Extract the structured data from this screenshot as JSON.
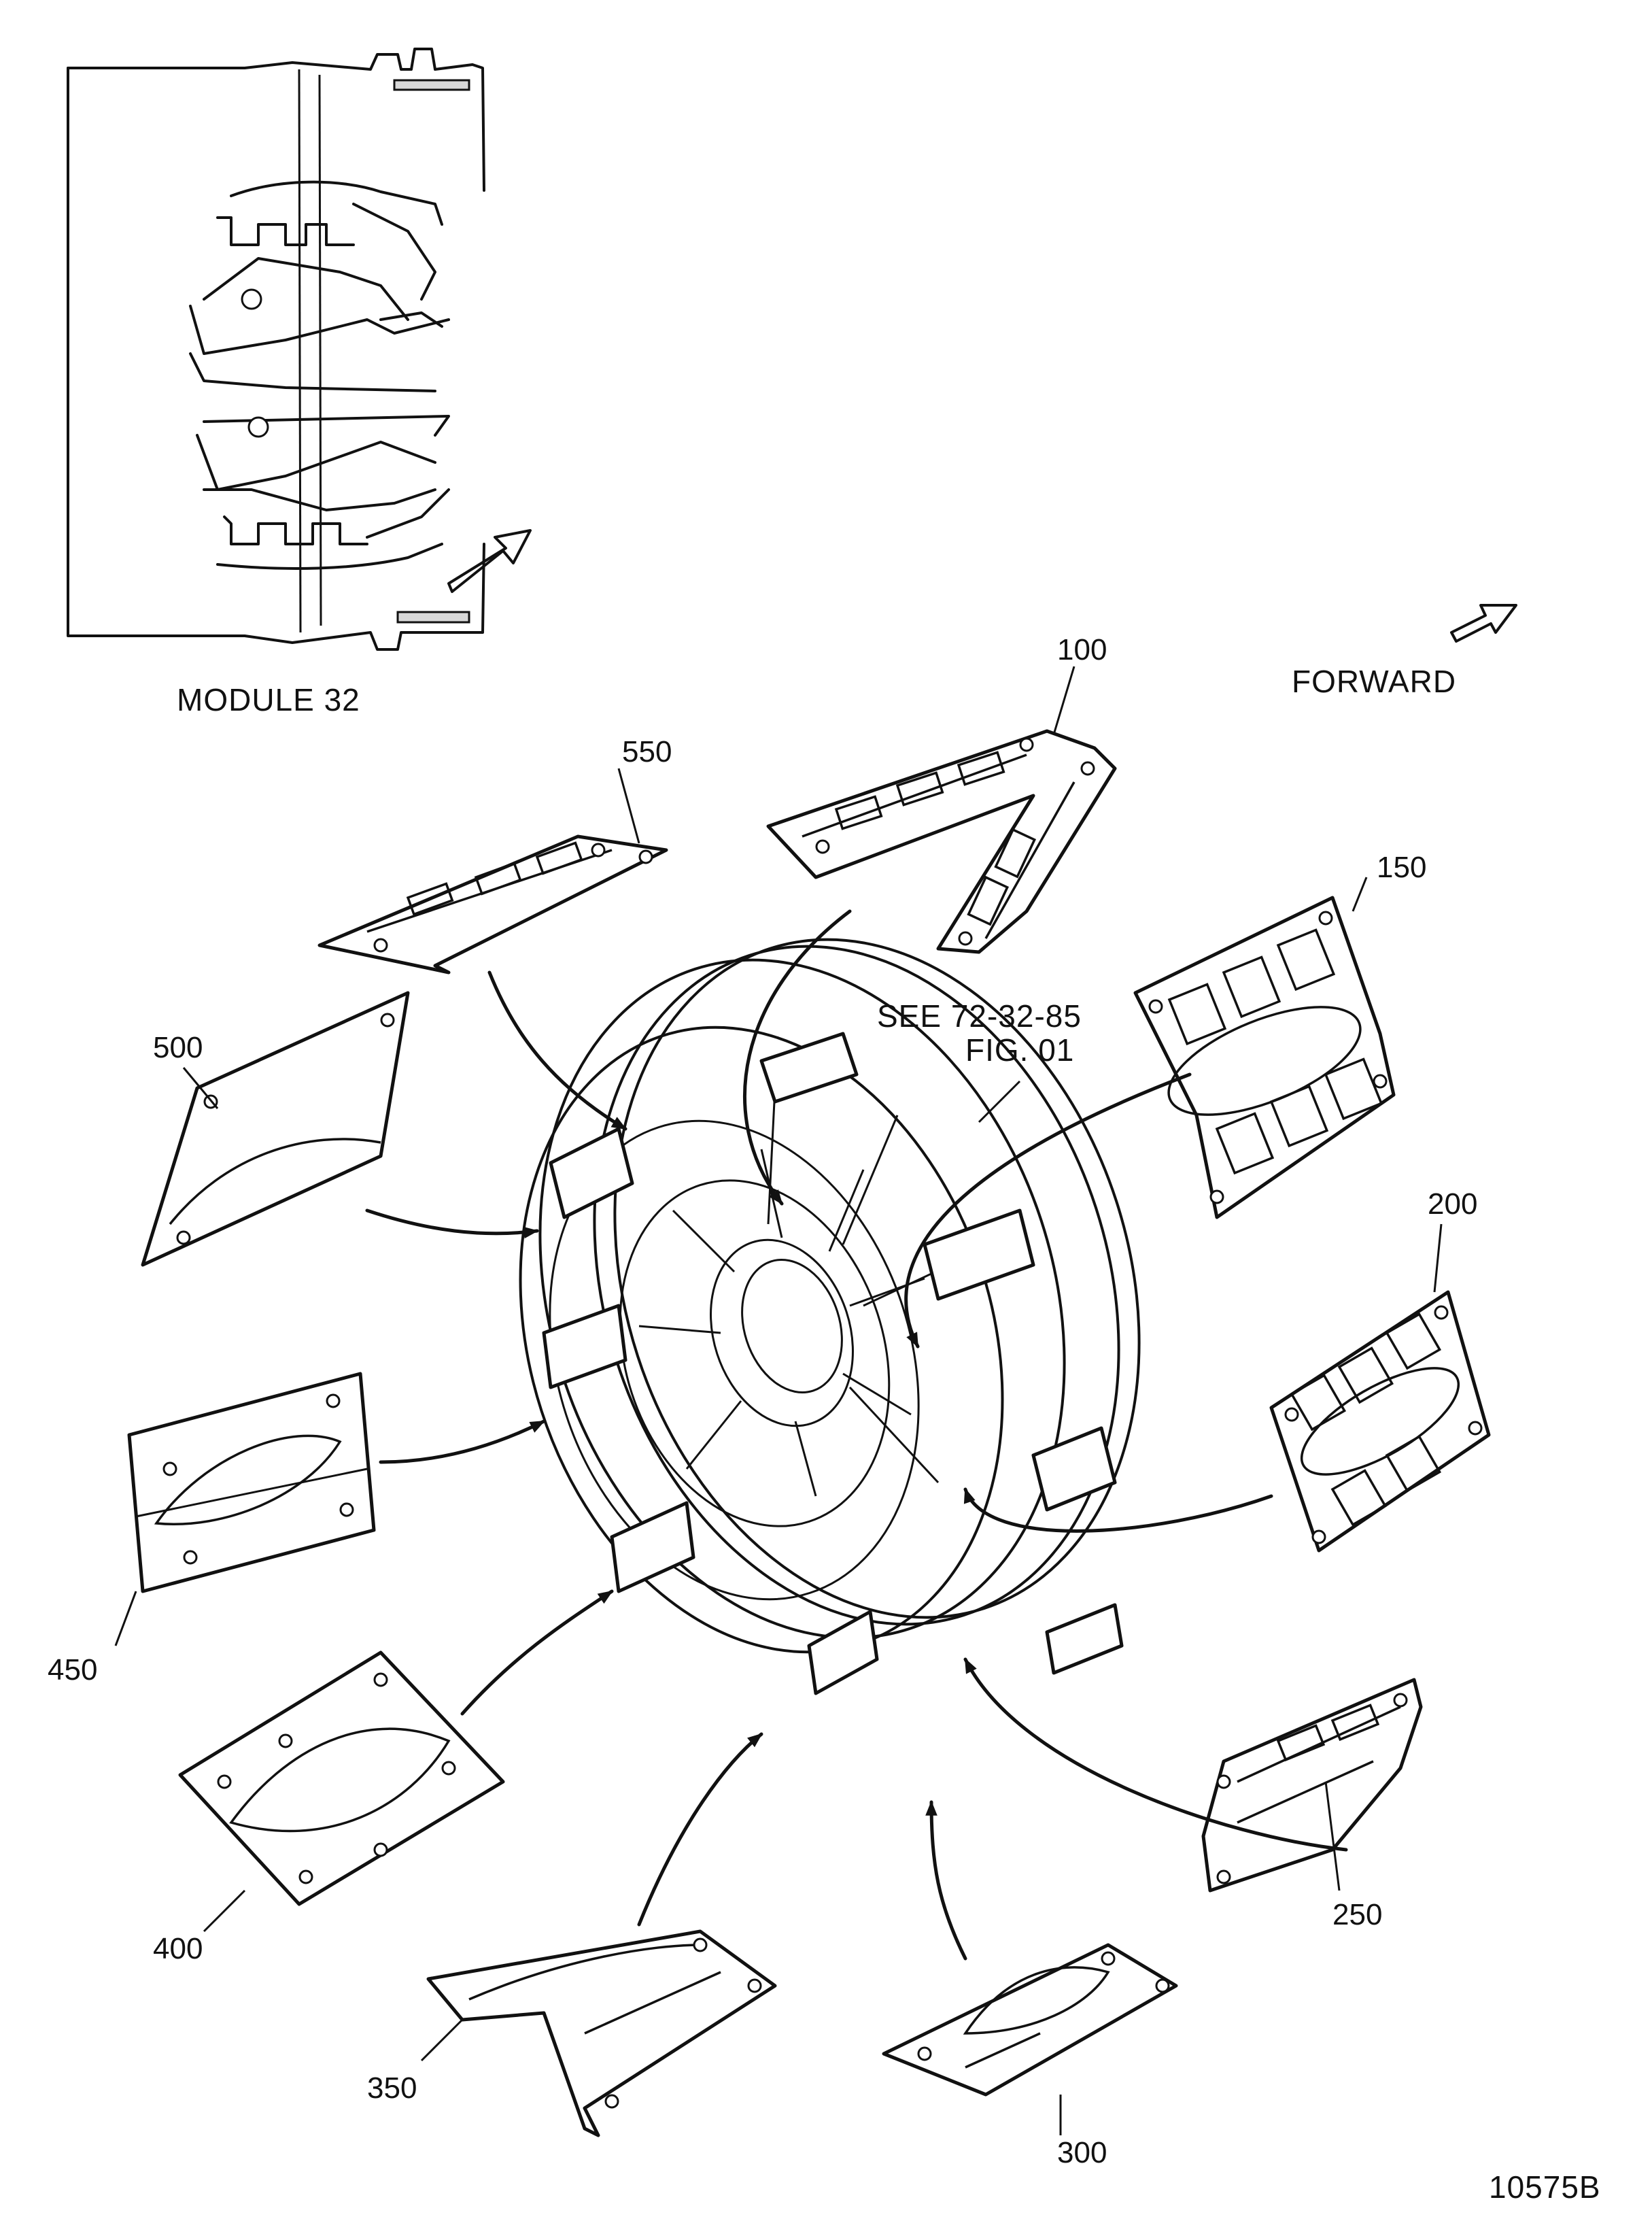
{
  "module_caption": "MODULE 32",
  "forward_label": "FORWARD",
  "reference_note": {
    "line1": "SEE  72-32-85",
    "line2": "FIG. 01"
  },
  "figure_number": "10575B",
  "parts": [
    {
      "id": "100",
      "label": "100"
    },
    {
      "id": "150",
      "label": "150"
    },
    {
      "id": "200",
      "label": "200"
    },
    {
      "id": "250",
      "label": "250"
    },
    {
      "id": "300",
      "label": "300"
    },
    {
      "id": "350",
      "label": "350"
    },
    {
      "id": "400",
      "label": "400"
    },
    {
      "id": "450",
      "label": "450"
    },
    {
      "id": "500",
      "label": "500"
    },
    {
      "id": "550",
      "label": "550"
    }
  ]
}
